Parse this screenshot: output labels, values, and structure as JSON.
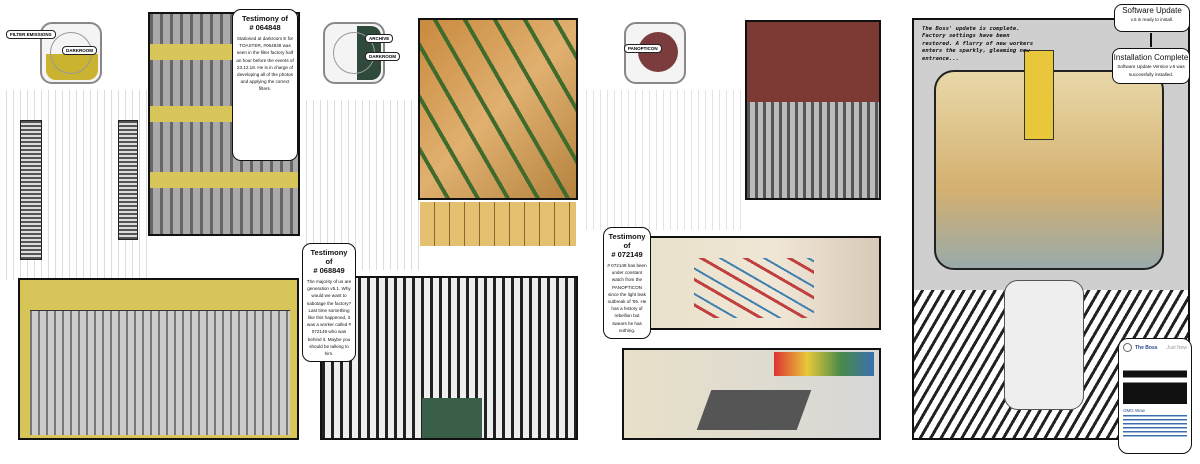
{
  "icons": [
    {
      "name": "factory-plan-1",
      "labels": [
        "FILTER EMISSIONS",
        "DARKROOM"
      ],
      "accent": "#c9b330"
    },
    {
      "name": "factory-plan-2",
      "labels": [
        "ARCHIVE",
        "DARKROOM"
      ],
      "accent": "#2f4a3a"
    },
    {
      "name": "factory-plan-3",
      "labels": [
        "PANOPTICON"
      ],
      "accent": "#7a3c3c"
    }
  ],
  "testimonies": [
    {
      "title": "Testimony of",
      "id": "# 064848",
      "body": "Stationed at darkroom E for TOASTER, #064848 was seen in the filter factory half an hour before the events of 23.12.18. He is in charge of developing all of the photos and applying the correct filters."
    },
    {
      "title": "Testimony of",
      "id": "# 068849",
      "body": "The majority of us are generation v5.1. Why would we want to sabotage the factory? Last time something like this happened, it was a worker called # 072149 who was behind it. Maybe you should be talking to him."
    },
    {
      "title": "Testimony of",
      "id": "# 072149",
      "body": "# 072149 has been under constant watch from the PANOPTICON since the light leak outbreak of '06. He has a history of rebellion but swears he has nothing."
    }
  ],
  "narration": "The Boss' update is complete. Factory settings have been restored. A flurry of new workers enters the sparkly, gleaming new entrance...",
  "software_update": {
    "title": "Software Update",
    "body": "v.6 is ready to install."
  },
  "install_complete": {
    "title": "Installation Complete",
    "body": "Software Update Version v.6 was successfully installed."
  },
  "notification": {
    "app": "The Boss",
    "time": "Just Now",
    "headline": "OMG Wow"
  },
  "colors": {
    "yellow": "#d8c55a",
    "green": "#3f6b2c",
    "orange": "#c98a3e",
    "red": "#7d3a35",
    "grey": "#8a8a8a"
  }
}
